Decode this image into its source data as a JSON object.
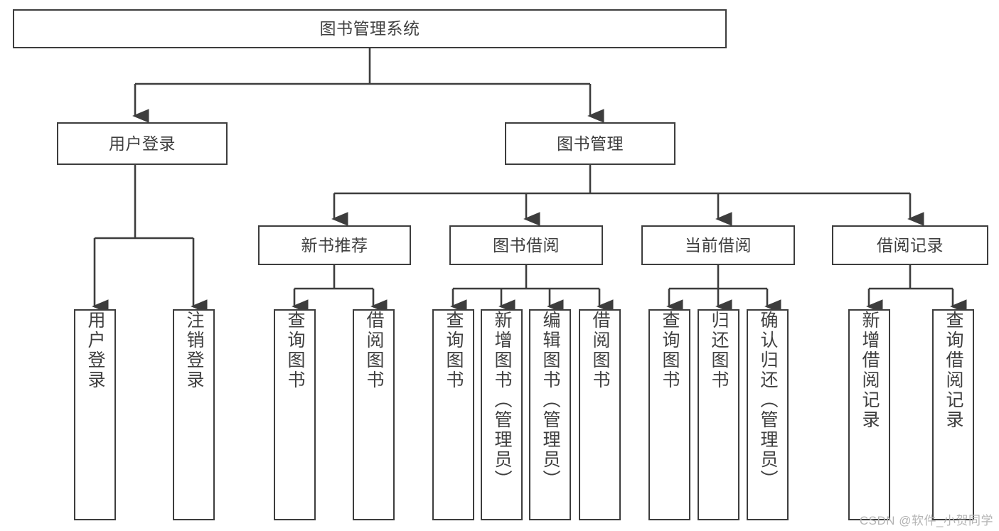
{
  "diagram": {
    "title": "图书管理系统",
    "type": "tree-hierarchy",
    "watermark": "CSDN @软件_小贺同学",
    "colors": {
      "stroke": "#3d3d3d",
      "fill": "#ffffff",
      "text": "#3f3f3f",
      "watermark": "#b4b4b4"
    },
    "root": {
      "label": "图书管理系统"
    },
    "level2": [
      {
        "label": "用户登录"
      },
      {
        "label": "图书管理"
      }
    ],
    "level3": [
      {
        "label": "新书推荐"
      },
      {
        "label": "图书借阅"
      },
      {
        "label": "当前借阅"
      },
      {
        "label": "借阅记录"
      }
    ],
    "leaves": {
      "user_login": [
        {
          "label": "用户登录"
        },
        {
          "label": "注销登录"
        }
      ],
      "new_book": [
        {
          "label": "查询图书"
        },
        {
          "label": "借阅图书"
        }
      ],
      "borrow_book": [
        {
          "label": "查询图书"
        },
        {
          "label": "新增图书（管理员）"
        },
        {
          "label": "编辑图书（管理员）"
        },
        {
          "label": "借阅图书"
        }
      ],
      "current_borrow": [
        {
          "label": "查询图书"
        },
        {
          "label": "归还图书"
        },
        {
          "label": "确认归还（管理员）"
        }
      ],
      "borrow_record": [
        {
          "label": "新增借阅记录"
        },
        {
          "label": "查询借阅记录"
        }
      ]
    }
  }
}
